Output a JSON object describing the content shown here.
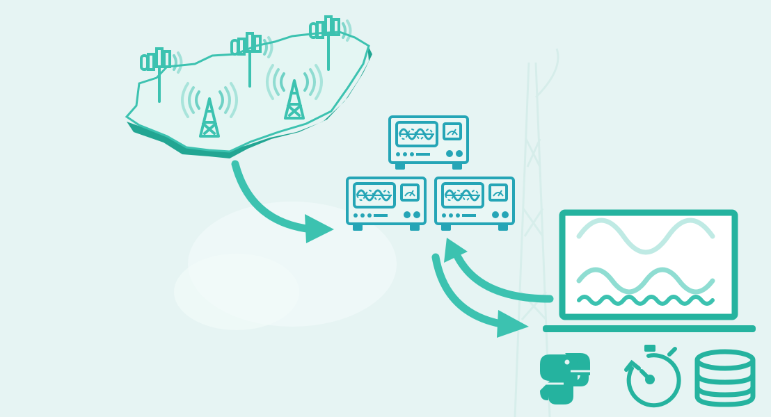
{
  "theme": {
    "accent": "#3cc2b0",
    "accent_dark": "#25a08f",
    "accent_light": "#7fd9cc",
    "background": "#e6f4f3",
    "instrument_face": "#e9f7f5",
    "wave_mid": "#8fddd2",
    "wave_light": "#bfeae4"
  },
  "diagram": {
    "region": {
      "description_icon": "region-map-with-cell-towers",
      "antennas": [
        "panel-antenna-icon",
        "panel-antenna-icon",
        "panel-antenna-icon"
      ],
      "broadcast_towers": [
        "lattice-tower-icon",
        "lattice-tower-icon"
      ]
    },
    "instruments": [
      "signal-analyzer-icon",
      "signal-analyzer-icon",
      "signal-analyzer-icon"
    ],
    "computer": {
      "screen_waves": [
        "large-wave",
        "medium-wave",
        "small-wave"
      ]
    },
    "tools": [
      "python-logo-icon",
      "stopwatch-icon",
      "database-icon"
    ]
  }
}
